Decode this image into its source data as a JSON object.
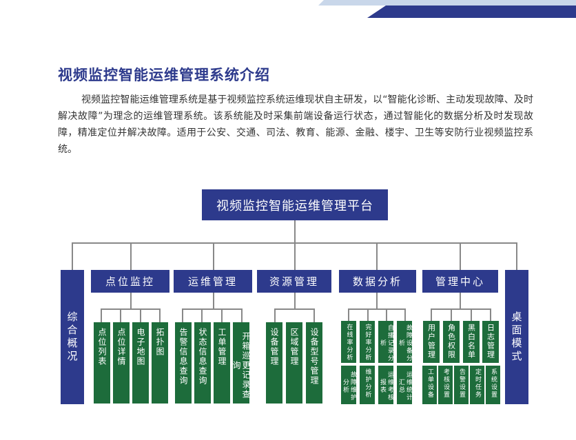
{
  "header": {
    "title": "视频监控智能运维管理系统介绍",
    "intro": "视频监控智能运维管理系统是基于视频监控系统运维现状自主研发，以“智能化诊断、主动发现故障、及时解决故障”为理念的运维管理系统。该系统能及时采集前端设备运行状态，通过智能化的数据分析及时发现故障，精准定位并解决故障。适用于公安、交通、司法、教育、能源、金融、楼宇、卫生等安防行业视频监控系统。"
  },
  "diagram": {
    "root": "视频监控智能运维管理平台",
    "side_left": "综合概况",
    "side_right": "桌面模式",
    "categories": [
      {
        "label": "点位监控",
        "items": [
          "点位列表",
          "点位详情",
          "电子地图",
          "拓扑图"
        ]
      },
      {
        "label": "运维管理",
        "items": [
          "告警信息查询",
          "状态信息查询",
          "工单管理",
          "开箱巡更记录查询"
        ]
      },
      {
        "label": "资源管理",
        "items": [
          "设备管理",
          "区域管理",
          "设备型号管理"
        ]
      },
      {
        "label": "数据分析",
        "top_items": [
          "在线率分析",
          "完好率分析",
          "自播记录分析",
          "故障设备分析"
        ],
        "bottom_items": [
          "故障维护分析",
          "维护分析",
          "运维考核报表",
          "运维统计汇总"
        ]
      },
      {
        "label": "管理中心",
        "top_items": [
          "用户管理",
          "角色权限",
          "黑白名单",
          "日志管理"
        ],
        "bottom_items": [
          "工单设备",
          "考核设置",
          "告警设置",
          "定时任务",
          "系统设置"
        ]
      }
    ]
  },
  "colors": {
    "navy": "#2d3a8c",
    "green": "#1d6c3b",
    "connector": "#888888"
  }
}
